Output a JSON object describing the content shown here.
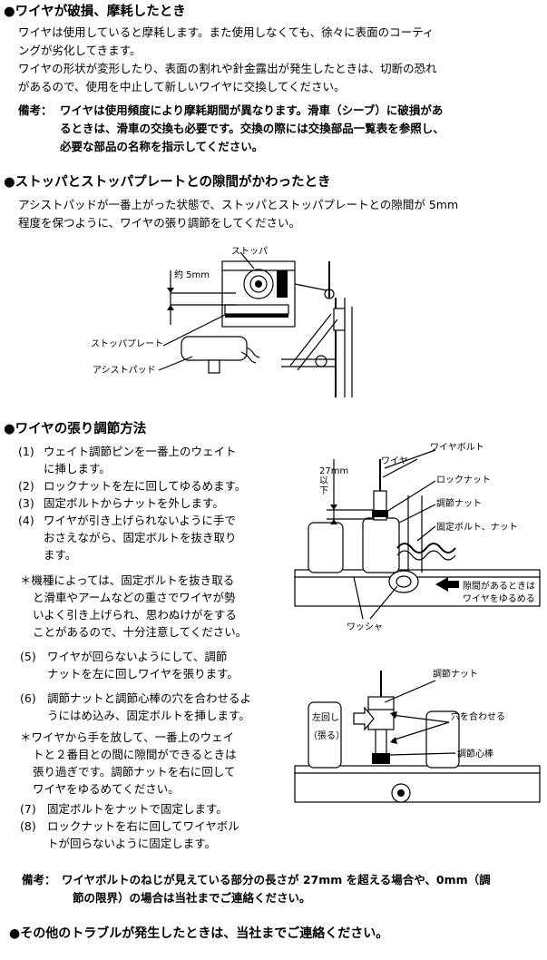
{
  "section1": {
    "heading": "●ワイヤが破損、摩耗したとき",
    "lines": [
      "ワイヤは使用していると摩耗します。また使用しなくても、徐々に表面のコーティ",
      "ングが劣化してきます。",
      "ワイヤの形状が変形したり、表面の割れや針金露出が発生したときは、切断の恐れ",
      "があるので、使用を中止して新しいワイヤに交換してください。"
    ],
    "note_label": "備考：",
    "note_lines": [
      "ワイヤは使用頻度により摩耗期間が異なります。滑車（シーブ）に破損があ",
      "るときは、滑車の交換も必要です。交換の際には交換部品一覧表を参照し、",
      "必要な部品の名称を指示してください。"
    ]
  },
  "section2": {
    "heading": "●ストッパとストッパプレートとの隙間がかわったとき",
    "lines": [
      "アシストパッドが一番上がった状態で、ストッパとストッパプレートとの隙間が 5mm",
      "程度を保つように、ワイヤの張り調節をしてください。"
    ],
    "diagram": {
      "stopper": "ストッパ",
      "gap": "約 5mm",
      "stopper_plate": "ストッパプレート",
      "assist_pad": "アシストパッド"
    }
  },
  "section3": {
    "heading": "●ワイヤの張り調節方法",
    "steps_a": [
      {
        "num": "(1)",
        "lines": [
          "ウェイト調節ピンを一番上のウェイト",
          "に挿します。"
        ]
      },
      {
        "num": "(2)",
        "lines": [
          "ロックナットを左に回してゆるめます。"
        ]
      },
      {
        "num": "(3)",
        "lines": [
          "固定ボルトからナットを外します。"
        ]
      },
      {
        "num": "(4)",
        "lines": [
          "ワイヤが引き上げられないように手で",
          "おさえながら、固定ボルトを抜き取り",
          "ます。"
        ]
      }
    ],
    "warning1": [
      "＊機種によっては、固定ボルトを抜き取る",
      "と滑車やアームなどの重さでワイヤが勢",
      "いよく引き上げられ、思わぬけがをする",
      "ことがあるので、十分注意してください。"
    ],
    "steps_b": [
      {
        "num": "(5)",
        "lines": [
          "ワイヤが回らないようにして、調節",
          "ナットを左に回しワイヤを張ります。"
        ]
      },
      {
        "num": "(6)",
        "lines": [
          "調節ナットと調節心棒の穴を合わせるよ",
          "うにはめ込み、固定ボルトを挿します。"
        ]
      }
    ],
    "warning2": [
      "＊ワイヤから手を放して、一番上のウェイ",
      "トと２番目との間に隙間ができるときは",
      "張り過ぎです。調節ナットを右に回して",
      "ワイヤをゆるめてください。"
    ],
    "steps_c": [
      {
        "num": "(7)",
        "lines": [
          "固定ボルトをナットで固定します。"
        ]
      },
      {
        "num": "(8)",
        "lines": [
          "ロックナットを右に回してワイヤボル",
          "トが回らないように固定します。"
        ]
      }
    ],
    "diagram1": {
      "wire_bolt": "ワイヤボルト",
      "wire": "ワイヤ",
      "lock_nut": "ロックナット",
      "adjust_nut": "調節ナット",
      "fix_bolt_nut": "固定ボルト、ナット",
      "dim": "27mm 以下",
      "gap_note": [
        "隙間があるときは",
        "ワイヤをゆるめる"
      ],
      "washer": "ワッシャ"
    },
    "diagram2": {
      "adjust_nut": "調節ナット",
      "turn_left": "左回し",
      "tension": "（張る）",
      "align_holes": "穴を合わせる",
      "adjust_rod": "調節心棒"
    },
    "note_label": "備考：",
    "note_lines": [
      "ワイヤボルトのねじが見えている部分の長さが 27mm を超える場合や、0mm（調",
      "節の限界）の場合は当社までご連絡ください。"
    ]
  },
  "footer": "●その他のトラブルが発生したときは、当社までご連絡ください。"
}
